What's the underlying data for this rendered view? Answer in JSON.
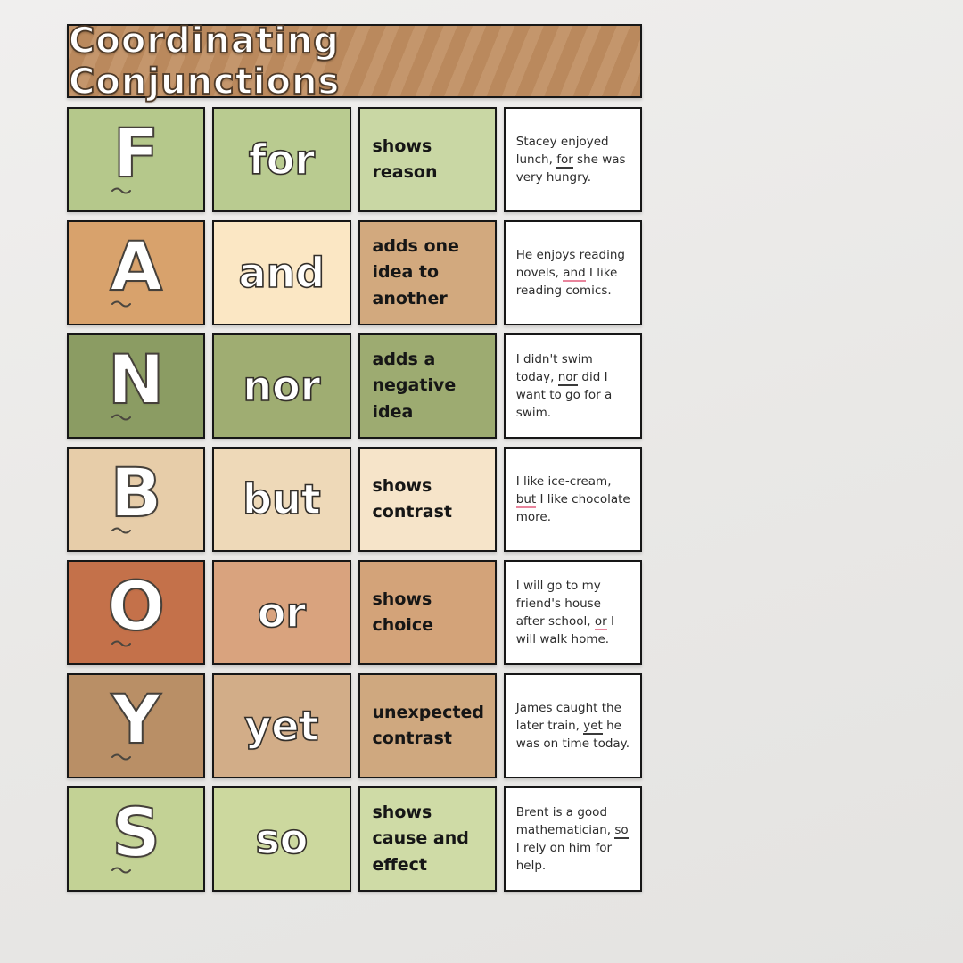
{
  "page": {
    "background_css": "linear-gradient(160deg, #f0efee 0%, #e9e8e6 55%, #e4e3e1 100%)"
  },
  "header": {
    "title": "Coordinating Conjunctions",
    "bg": "#c08e61"
  },
  "rows": [
    {
      "letter": "F",
      "word": "for",
      "meaning": "shows reason",
      "letter_bg": "#b5c88b",
      "word_bg": "#b9cb90",
      "meaning_bg": "#c9d7a4",
      "underline_color": "#3a3a3a",
      "example": {
        "before": "Stacey enjoyed lunch, ",
        "word": "for",
        "after": " she was very hungry."
      }
    },
    {
      "letter": "A",
      "word": "and",
      "meaning": "adds one idea to another",
      "letter_bg": "#d8a26c",
      "word_bg": "#fbe7c4",
      "meaning_bg": "#d2a97e",
      "underline_color": "#e8849c",
      "example": {
        "before": "He enjoys reading novels, ",
        "word": "and",
        "after": " I like reading comics."
      }
    },
    {
      "letter": "N",
      "word": "nor",
      "meaning": "adds a negative idea",
      "letter_bg": "#8b9c63",
      "word_bg": "#9fad72",
      "meaning_bg": "#9dab71",
      "underline_color": "#3a3a3a",
      "example": {
        "before": "I didn't swim today, ",
        "word": "nor",
        "after": " did I want to go for a swim."
      }
    },
    {
      "letter": "B",
      "word": "but",
      "meaning": "shows contrast",
      "letter_bg": "#e7cda9",
      "word_bg": "#eed9b8",
      "meaning_bg": "#f6e4c9",
      "underline_color": "#e8849c",
      "example": {
        "before": "I like ice-cream, ",
        "word": "but",
        "after": " I like chocolate more."
      }
    },
    {
      "letter": "O",
      "word": "or",
      "meaning": "shows choice",
      "letter_bg": "#c4714a",
      "word_bg": "#d9a37e",
      "meaning_bg": "#d3a379",
      "underline_color": "#e8849c",
      "example": {
        "before": "I will go to my friend's house after school, ",
        "word": "or",
        "after": " I will walk home."
      }
    },
    {
      "letter": "Y",
      "word": "yet",
      "meaning": "unexpected contrast",
      "letter_bg": "#b98f66",
      "word_bg": "#d2ad88",
      "meaning_bg": "#cfa87f",
      "underline_color": "#3a3a3a",
      "example": {
        "before": "James caught the later train, ",
        "word": "yet",
        "after": " he was on time today."
      }
    },
    {
      "letter": "S",
      "word": "so",
      "meaning": "shows cause and effect",
      "letter_bg": "#c3d295",
      "word_bg": "#ccd89e",
      "meaning_bg": "#cfdba6",
      "underline_color": "#3a3a3a",
      "example": {
        "before": "Brent is a good mathematician, ",
        "word": "so",
        "after": " I rely on him for help."
      }
    }
  ]
}
